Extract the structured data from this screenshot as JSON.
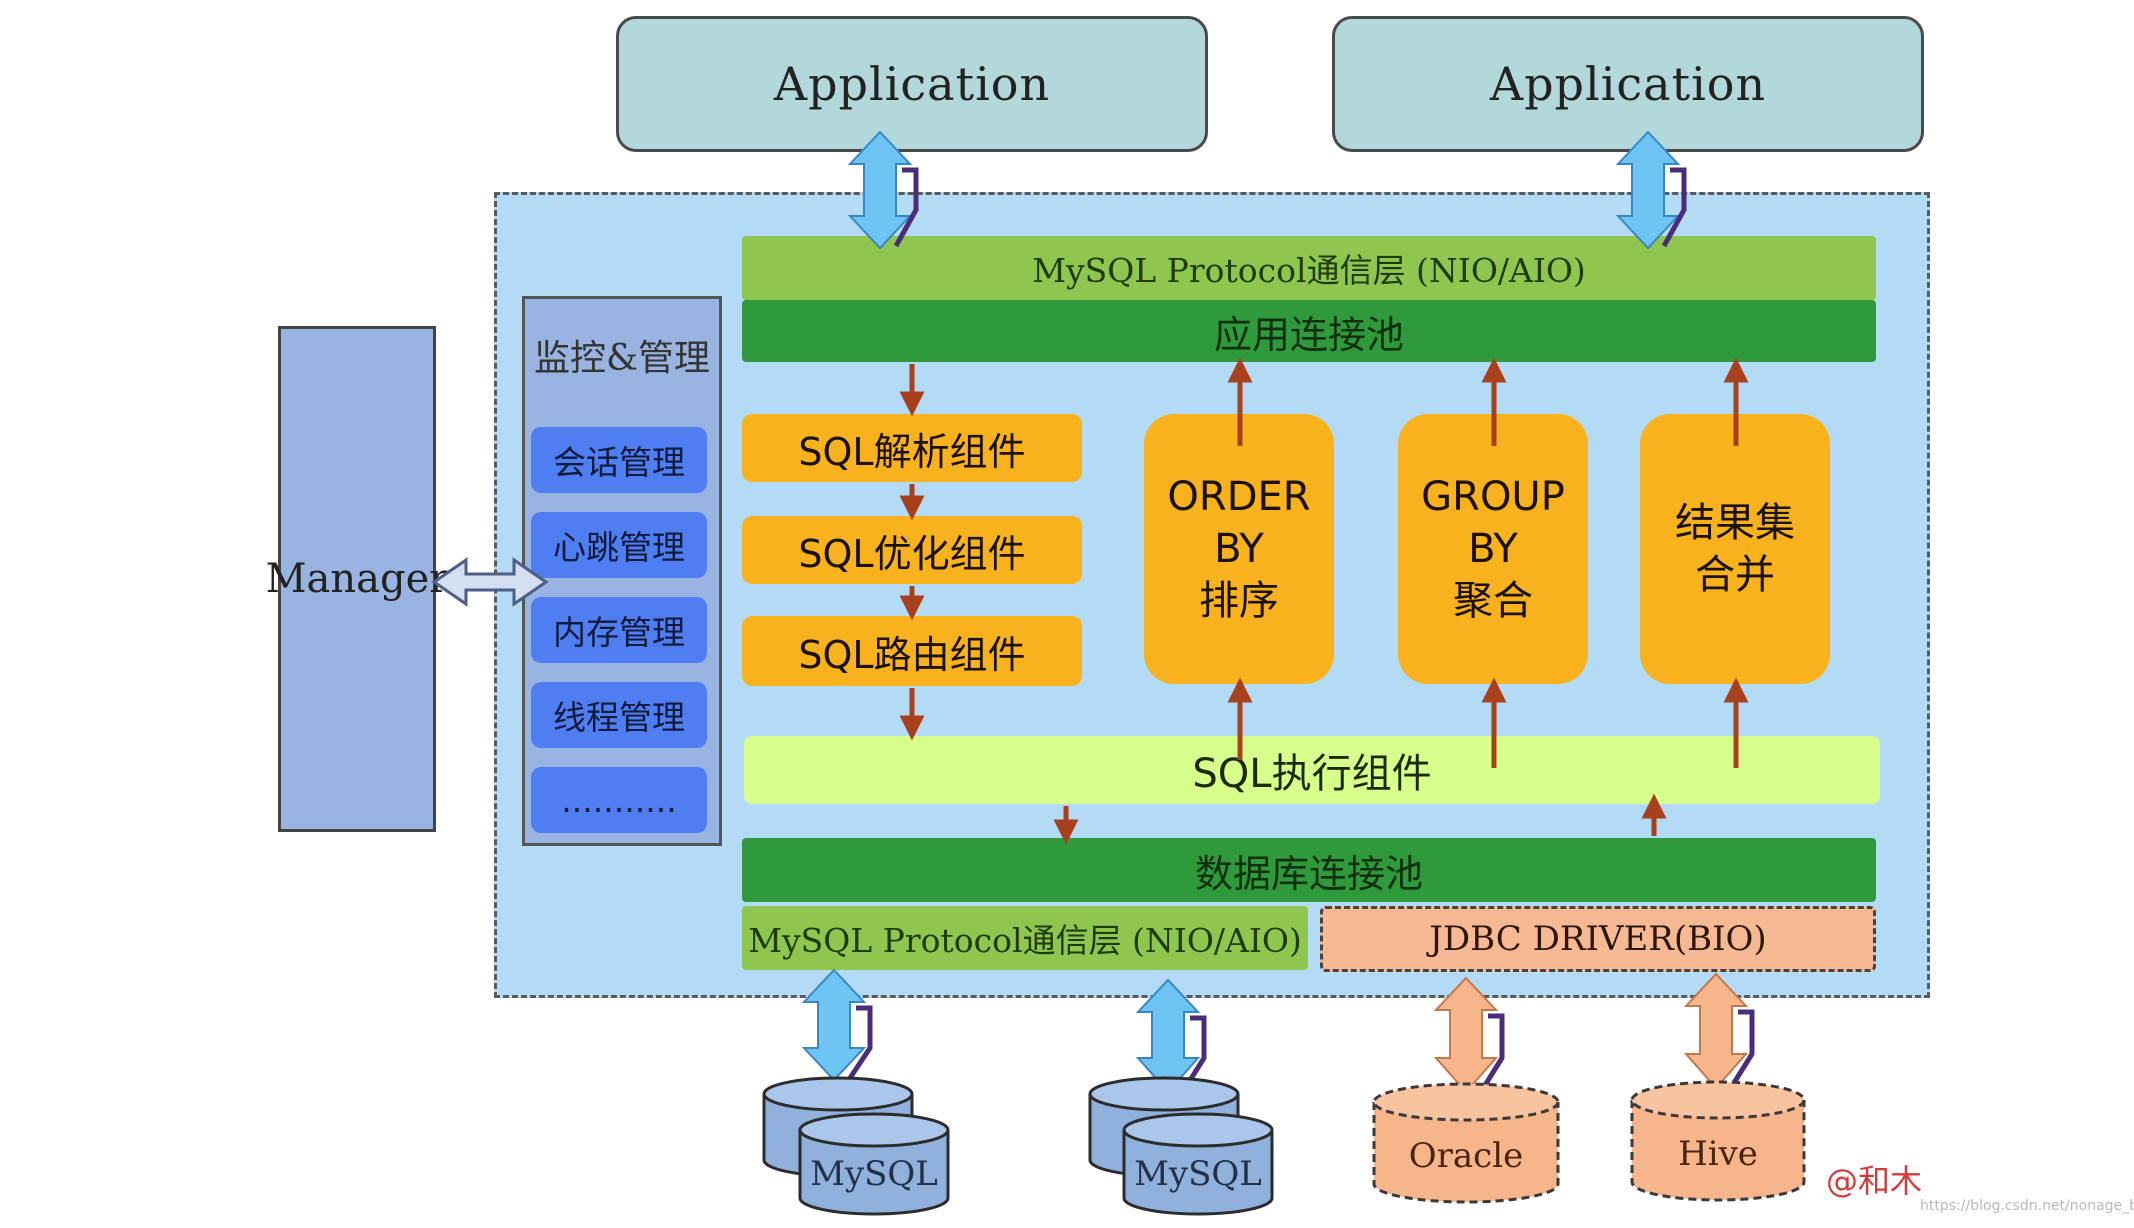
{
  "applications": [
    {
      "label": "Application"
    },
    {
      "label": "Application"
    }
  ],
  "top_protocol_layer": "MySQL Protocol通信层 (NIO/AIO)",
  "app_connection_pool": "应用连接池",
  "sql_components": [
    {
      "label": "SQL解析组件"
    },
    {
      "label": "SQL优化组件"
    },
    {
      "label": "SQL路由组件"
    }
  ],
  "processing_blocks": [
    {
      "line1": "ORDER BY",
      "line2": "排序"
    },
    {
      "line1": "GROUP BY",
      "line2": "聚合"
    },
    {
      "line1": "结果集",
      "line2": "合并"
    }
  ],
  "sql_executor": "SQL执行组件",
  "db_connection_pool": "数据库连接池",
  "bottom_protocol_layer": "MySQL Protocol通信层 (NIO/AIO)",
  "jdbc_driver": "JDBC DRIVER(BIO)",
  "monitor_panel": {
    "title": "监控&管理",
    "items": [
      {
        "label": "会话管理"
      },
      {
        "label": "心跳管理"
      },
      {
        "label": "内存管理"
      },
      {
        "label": "线程管理"
      },
      {
        "label": "..........."
      }
    ]
  },
  "manager_label": "Manager",
  "databases": [
    {
      "label": "MySQL"
    },
    {
      "label": "MySQL"
    },
    {
      "label": "Oracle"
    },
    {
      "label": "Hive"
    }
  ],
  "watermark": "@和木",
  "source_url": "https://blog.csdn.net/nonage_bread",
  "colors": {
    "application": "#b2d8dc",
    "container": "#b4dbf5",
    "protocol_layer": "#8ec64f",
    "connection_pool": "#2e9a3c",
    "component": "#f8b21e",
    "executor": "#d6ff8c",
    "jdbc": "#f7b994",
    "monitor": "#99b4e0",
    "monitor_item": "#4f7df2",
    "flow_arrow": "#a8401c",
    "double_arrow": "#6ec4f2",
    "peach_arrow": "#f6b58a"
  }
}
